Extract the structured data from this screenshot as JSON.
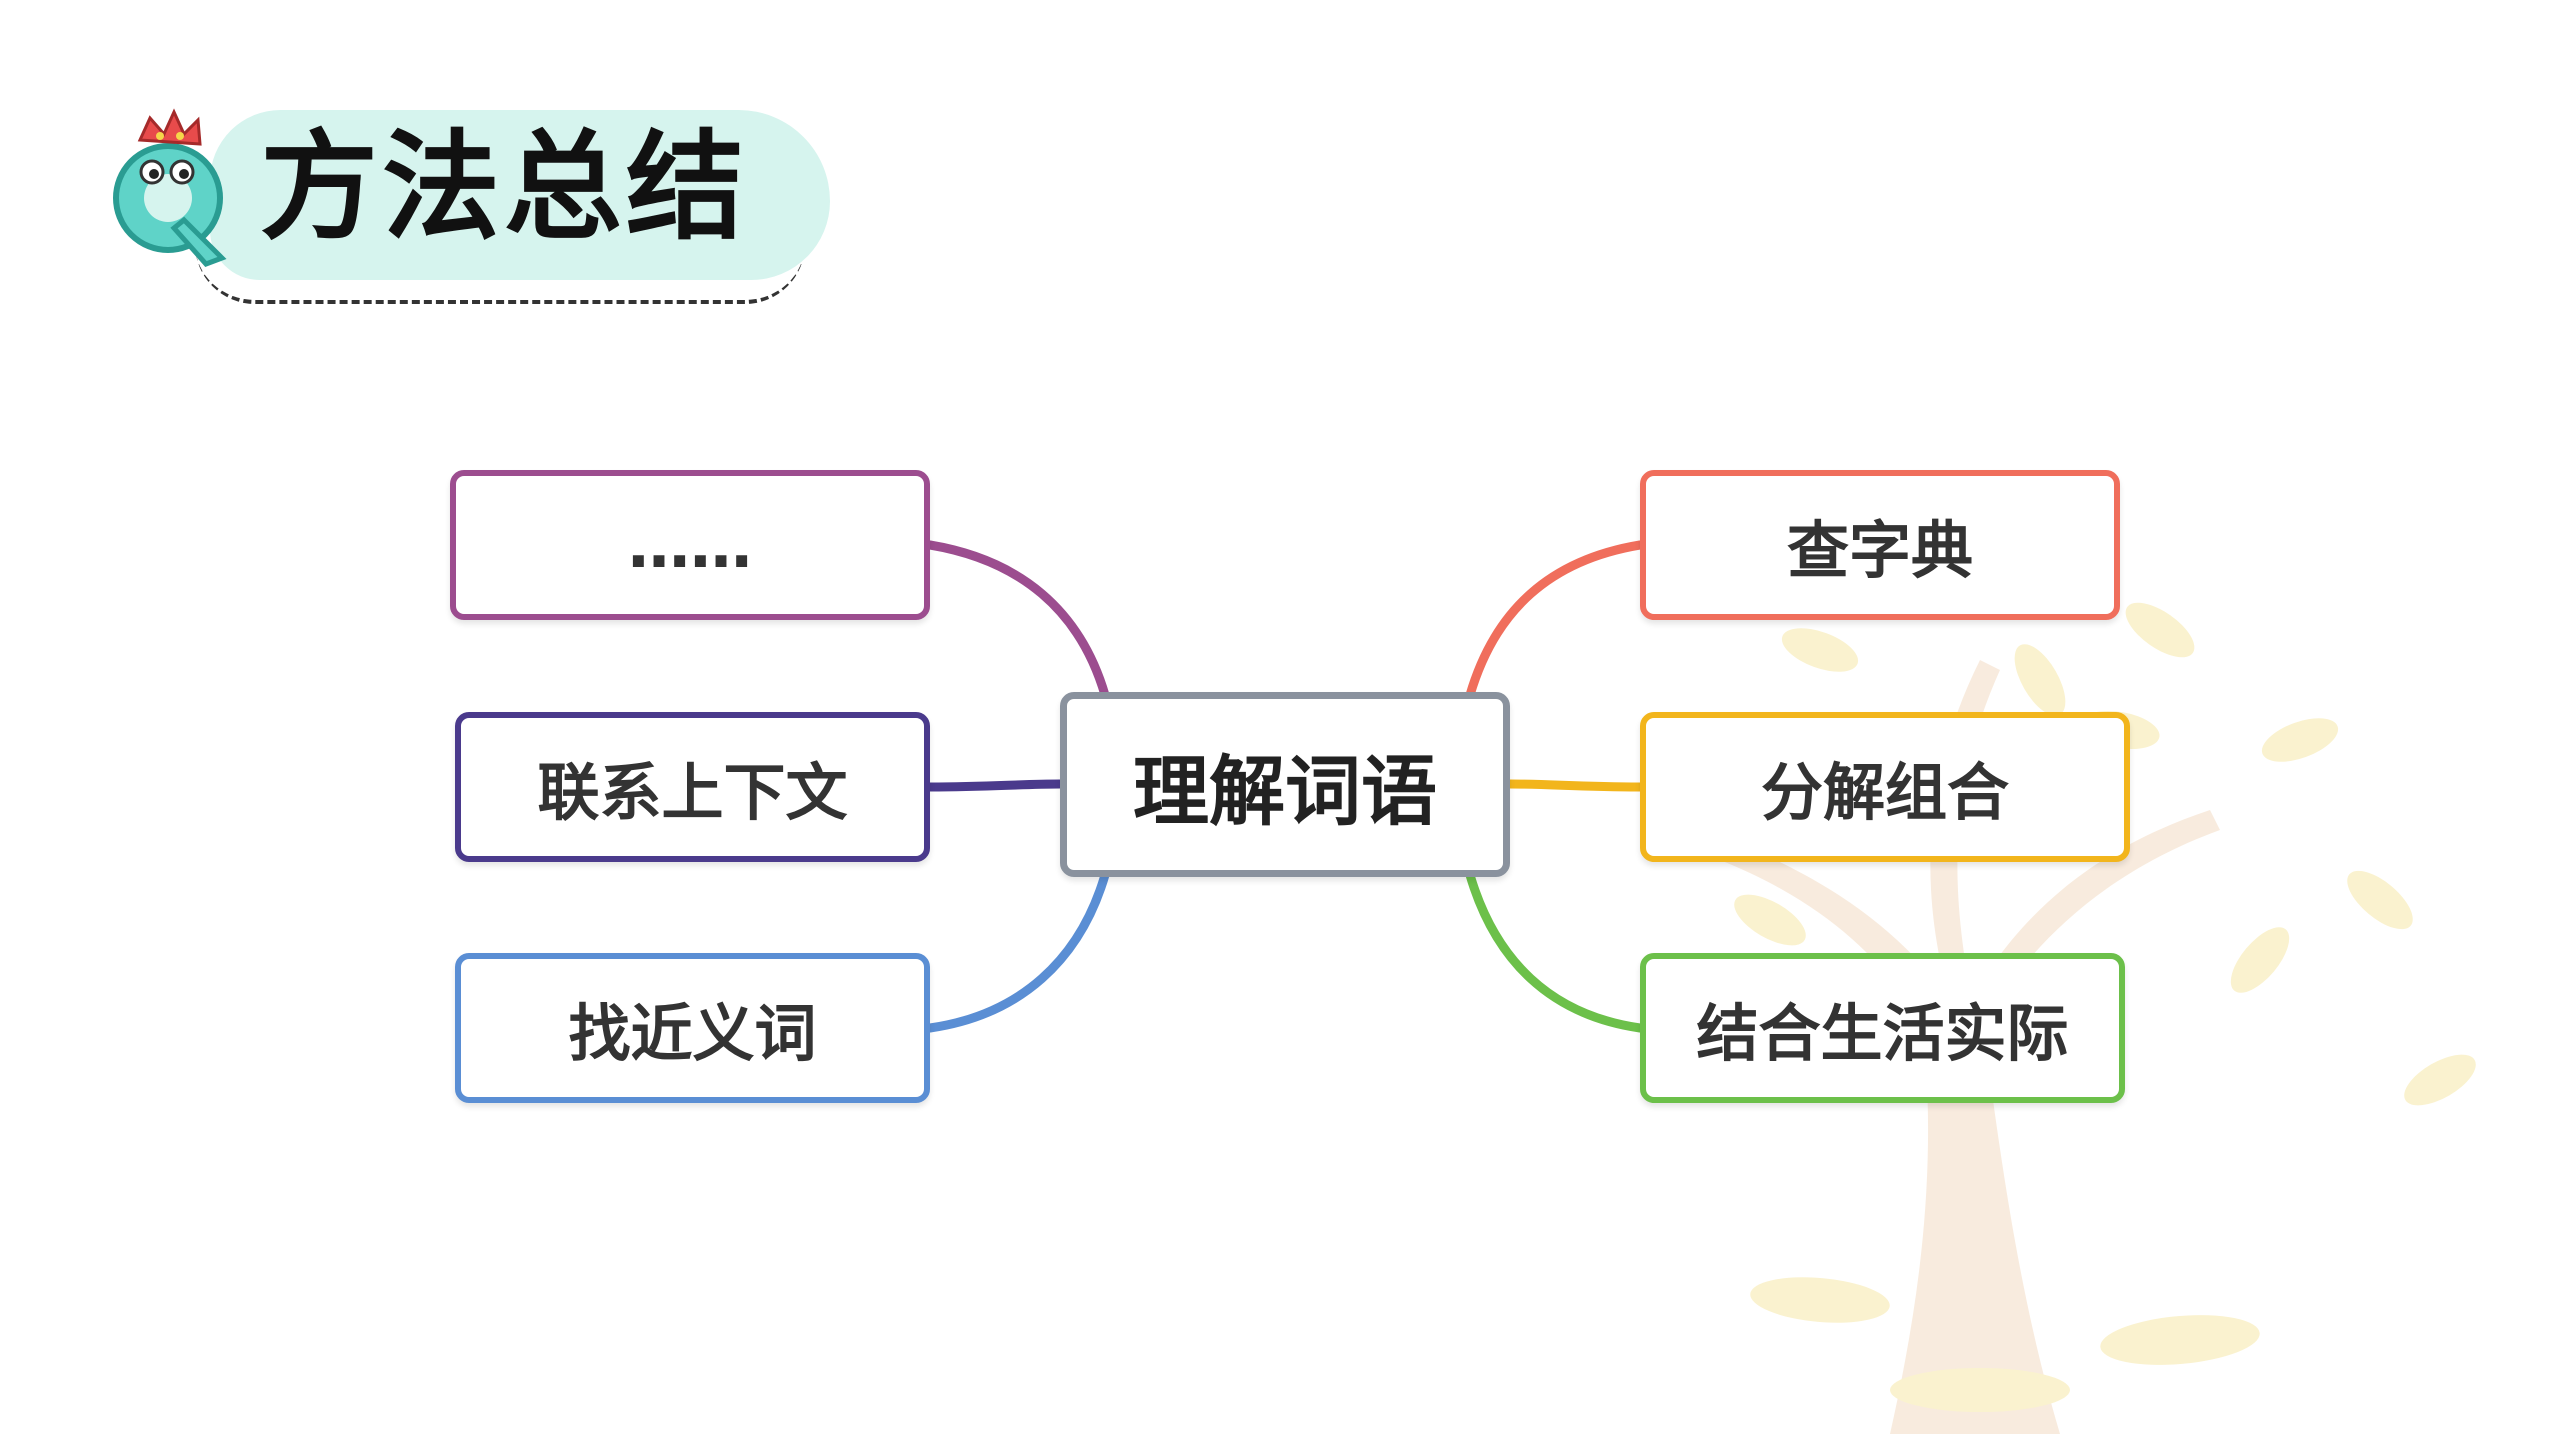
{
  "title": "方法总结",
  "diagram": {
    "center": {
      "label": "理解词语",
      "color": "#8a929e"
    },
    "branches": [
      {
        "id": "left-top",
        "label": "……",
        "color": "#9c4d8f"
      },
      {
        "id": "left-mid",
        "label": "联系上下文",
        "color": "#4a3a8c"
      },
      {
        "id": "left-bottom",
        "label": "找近义词",
        "color": "#5a8ed4"
      },
      {
        "id": "right-top",
        "label": "查字典",
        "color": "#f06e5c"
      },
      {
        "id": "right-mid",
        "label": "分解组合",
        "color": "#f2b51c"
      },
      {
        "id": "right-bottom",
        "label": "结合生活实际",
        "color": "#6cc04a"
      }
    ]
  },
  "icons": {
    "mascot": "q-mascot-icon",
    "decoration": "autumn-tree-icon"
  }
}
